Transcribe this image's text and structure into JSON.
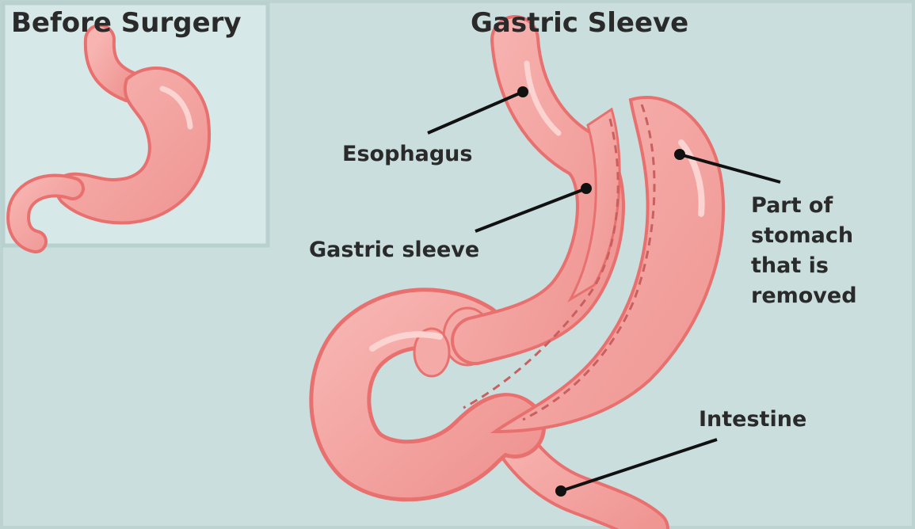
{
  "panels": {
    "before_title": "Before Surgery",
    "after_title": "Gastric Sleeve"
  },
  "labels": {
    "esophagus": "Esophagus",
    "gastric_sleeve": "Gastric sleeve",
    "removed_line1": "Part of",
    "removed_line2": "stomach",
    "removed_line3": "that is",
    "removed_line4": "removed",
    "intestine": "Intestine"
  },
  "colors": {
    "background": "#c9dedd",
    "inset_background": "#d6e8e7",
    "tissue_fill": "#f2a3a0",
    "tissue_stroke": "#e8706f",
    "tissue_highlight": "#fbd3d0",
    "label_text": "#2a2a2a"
  }
}
